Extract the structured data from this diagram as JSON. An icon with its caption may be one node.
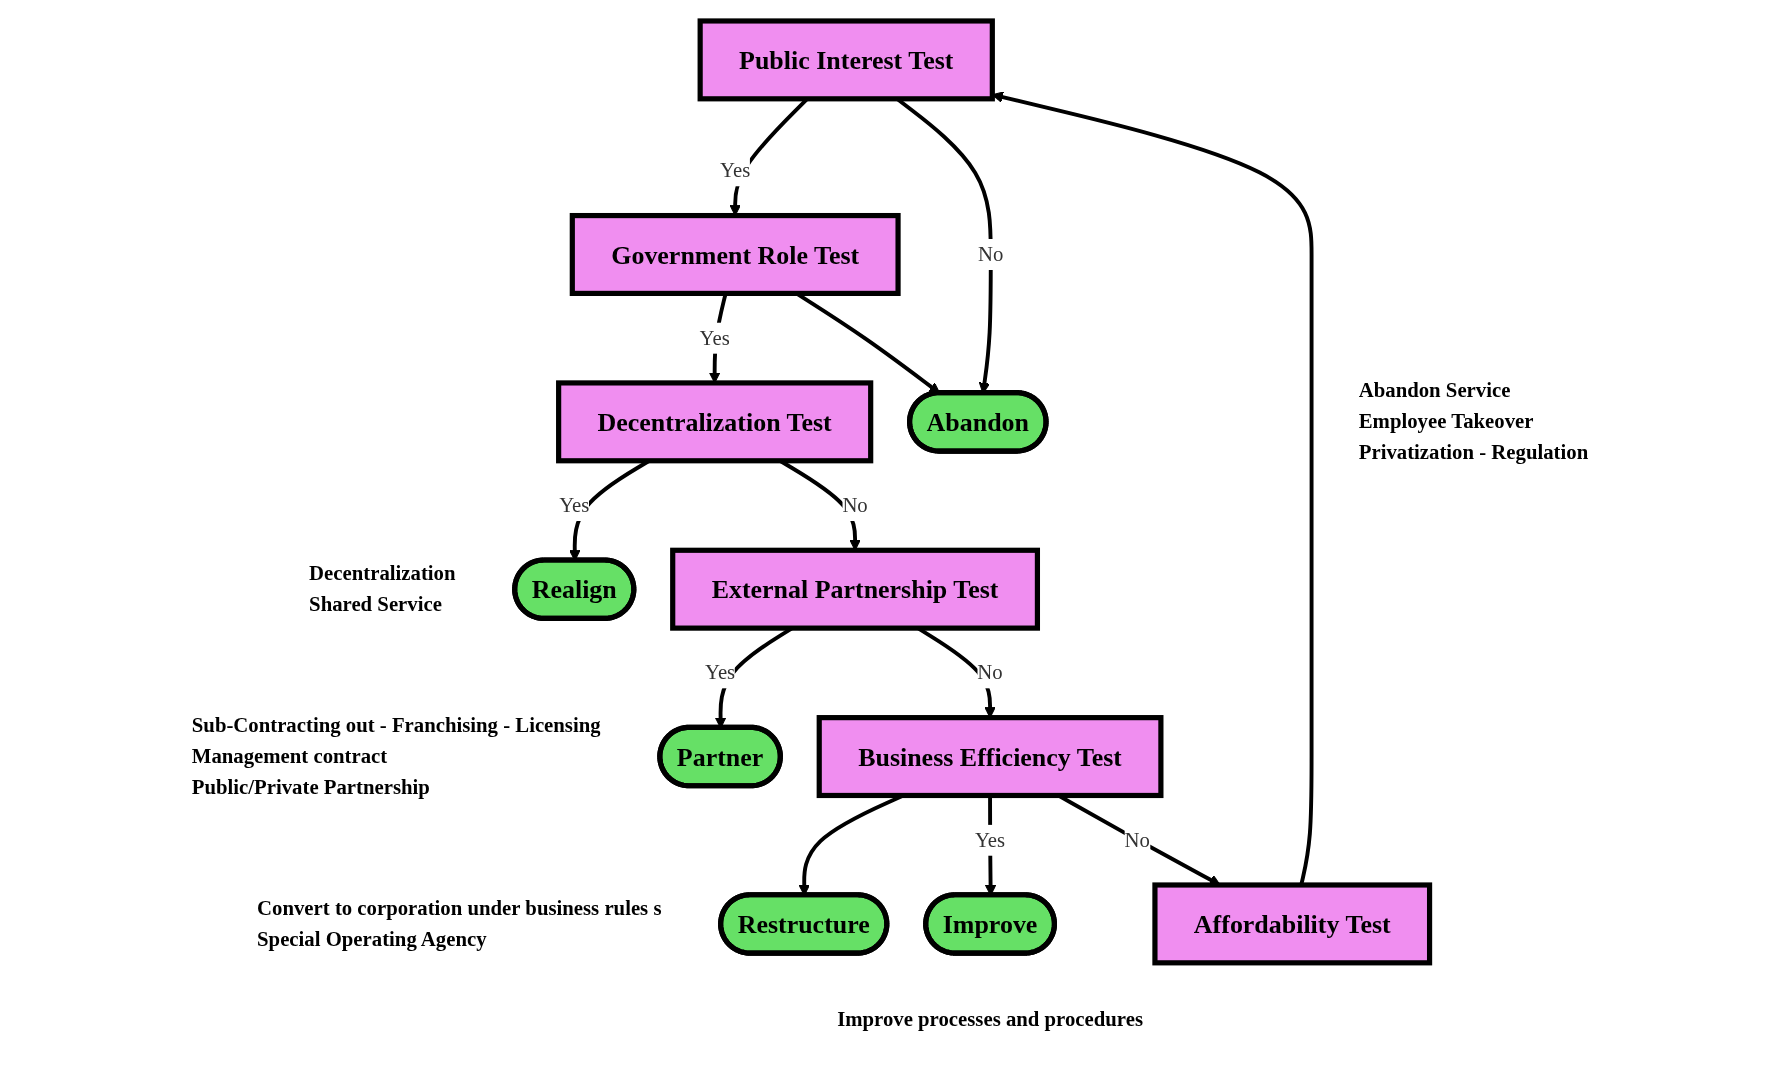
{
  "diagram": {
    "nodes": [
      {
        "text": [
          "Public Interest Test"
        ]
      },
      {
        "text": [
          "Government Role Test"
        ]
      },
      {
        "text": [
          "Decentralization Test"
        ]
      },
      {
        "text": [
          "External Partnership Test"
        ]
      },
      {
        "text": [
          "Business Efficiency Test"
        ]
      },
      {
        "text": [
          "Affordability Test"
        ]
      },
      {
        "text": [
          "Abandon"
        ],
        "beside": [
          "Abandon Service",
          "Employee Takeover",
          "Privatization - Regulation"
        ]
      },
      {
        "text": [
          "Realign"
        ],
        "beside": [
          "Decentralization",
          "Shared Service"
        ]
      },
      {
        "text": [
          "Partner"
        ],
        "beside": [
          "Sub-Contracting out - Franchising - Licensing",
          "Management contract",
          "Public/Private Partnership"
        ]
      },
      {
        "text": [
          "Restructure"
        ],
        "beside": [
          "Convert to corporation under business rules s",
          "Special Operating Agency"
        ]
      },
      {
        "text": [
          "Improve"
        ],
        "beside": [
          "Improve processes and procedures"
        ]
      }
    ],
    "edges": [
      {
        "from": 0,
        "to": 1,
        "arrow": "to",
        "label": "Yes"
      },
      {
        "from": 0,
        "to": 6,
        "arrow": "to",
        "label": "No"
      },
      {
        "from": 1,
        "to": 2,
        "arrow": "to",
        "label": "Yes"
      },
      {
        "from": 1,
        "to": 6,
        "arrow": "to"
      },
      {
        "from": 2,
        "to": 7,
        "arrow": "to",
        "label": "Yes"
      },
      {
        "from": 2,
        "to": 3,
        "arrow": "to",
        "label": "No"
      },
      {
        "from": 3,
        "to": 8,
        "arrow": "to",
        "label": "Yes"
      },
      {
        "from": 3,
        "to": 4,
        "arrow": "to",
        "label": "No"
      },
      {
        "from": 4,
        "to": 9,
        "arrow": "to"
      },
      {
        "from": 4,
        "to": 10,
        "arrow": "to",
        "label": "Yes"
      },
      {
        "from": 4,
        "to": 5,
        "arrow": "to",
        "label": "No"
      },
      {
        "from": 5,
        "to": 0,
        "arrow": "to"
      }
    ]
  }
}
